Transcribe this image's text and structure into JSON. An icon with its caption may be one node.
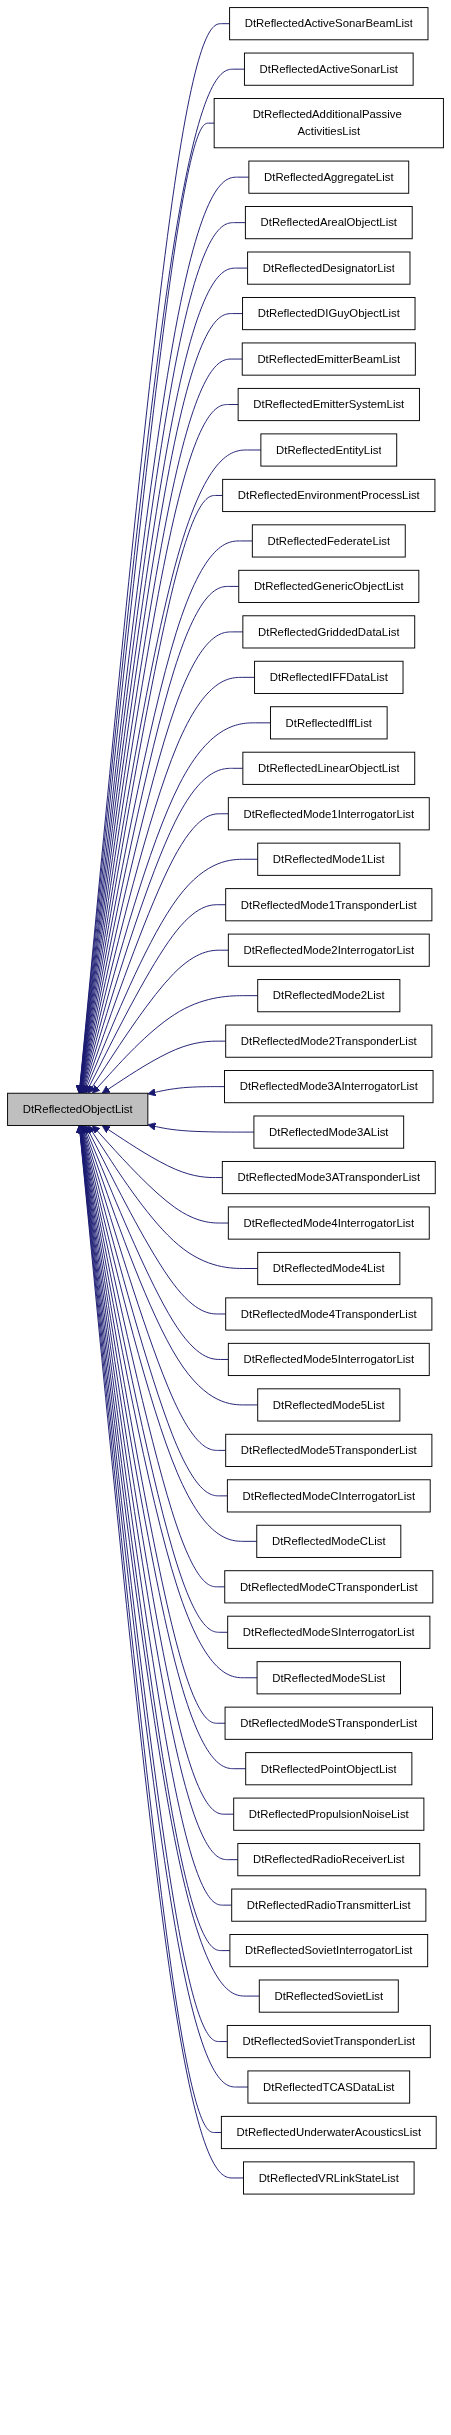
{
  "diagram": {
    "nodes": [
      {
        "text": [
          "DtReflectedObjectList"
        ]
      },
      {
        "text": [
          "DtReflectedActiveSonarBeamList"
        ]
      },
      {
        "text": [
          "DtReflectedActiveSonarList"
        ]
      },
      {
        "text": [
          "DtReflectedAdditionalPassive ActivitiesList"
        ]
      },
      {
        "text": [
          "DtReflectedAggregateList"
        ]
      },
      {
        "text": [
          "DtReflectedArealObjectList"
        ]
      },
      {
        "text": [
          "DtReflectedDesignatorList"
        ]
      },
      {
        "text": [
          "DtReflectedDIGuyObjectList"
        ]
      },
      {
        "text": [
          "DtReflectedEmitterBeamList"
        ]
      },
      {
        "text": [
          "DtReflectedEmitterSystemList"
        ]
      },
      {
        "text": [
          "DtReflectedEntityList"
        ]
      },
      {
        "text": [
          "DtReflectedEnvironmentProcessList"
        ]
      },
      {
        "text": [
          "DtReflectedFederateList"
        ]
      },
      {
        "text": [
          "DtReflectedGenericObjectList"
        ]
      },
      {
        "text": [
          "DtReflectedGriddedDataList"
        ]
      },
      {
        "text": [
          "DtReflectedIFFDataList"
        ]
      },
      {
        "text": [
          "DtReflectedIffList"
        ]
      },
      {
        "text": [
          "DtReflectedLinearObjectList"
        ]
      },
      {
        "text": [
          "DtReflectedMode1InterrogatorList"
        ]
      },
      {
        "text": [
          "DtReflectedMode1List"
        ]
      },
      {
        "text": [
          "DtReflectedMode1TransponderList"
        ]
      },
      {
        "text": [
          "DtReflectedMode2InterrogatorList"
        ]
      },
      {
        "text": [
          "DtReflectedMode2List"
        ]
      },
      {
        "text": [
          "DtReflectedMode2TransponderList"
        ]
      },
      {
        "text": [
          "DtReflectedMode3AInterrogatorList"
        ]
      },
      {
        "text": [
          "DtReflectedMode3AList"
        ]
      },
      {
        "text": [
          "DtReflectedMode3ATransponderList"
        ]
      },
      {
        "text": [
          "DtReflectedMode4InterrogatorList"
        ]
      },
      {
        "text": [
          "DtReflectedMode4List"
        ]
      },
      {
        "text": [
          "DtReflectedMode4TransponderList"
        ]
      },
      {
        "text": [
          "DtReflectedMode5InterrogatorList"
        ]
      },
      {
        "text": [
          "DtReflectedMode5List"
        ]
      },
      {
        "text": [
          "DtReflectedMode5TransponderList"
        ]
      },
      {
        "text": [
          "DtReflectedModeCInterrogatorList"
        ]
      },
      {
        "text": [
          "DtReflectedModeCList"
        ]
      },
      {
        "text": [
          "DtReflectedModeCTransponderList"
        ]
      },
      {
        "text": [
          "DtReflectedModeSInterrogatorList"
        ]
      },
      {
        "text": [
          "DtReflectedModeSList"
        ]
      },
      {
        "text": [
          "DtReflectedModeSTransponderList"
        ]
      },
      {
        "text": [
          "DtReflectedPointObjectList"
        ]
      },
      {
        "text": [
          "DtReflectedPropulsionNoiseList"
        ]
      },
      {
        "text": [
          "DtReflectedRadioReceiverList"
        ]
      },
      {
        "text": [
          "DtReflectedRadioTransmitterList"
        ]
      },
      {
        "text": [
          "DtReflectedSovietInterrogatorList"
        ]
      },
      {
        "text": [
          "DtReflectedSovietList"
        ]
      },
      {
        "text": [
          "DtReflectedSovietTransponderList"
        ]
      },
      {
        "text": [
          "DtReflectedTCASDataList"
        ]
      },
      {
        "text": [
          "DtReflectedUnderwaterAcousticsList"
        ]
      },
      {
        "text": [
          "DtReflectedVRLinkStateList"
        ]
      }
    ],
    "edges": [
      {
        "from": 1,
        "to": 0,
        "arrow": "to"
      },
      {
        "from": 2,
        "to": 0,
        "arrow": "to"
      },
      {
        "from": 3,
        "to": 0,
        "arrow": "to"
      },
      {
        "from": 4,
        "to": 0,
        "arrow": "to"
      },
      {
        "from": 5,
        "to": 0,
        "arrow": "to"
      },
      {
        "from": 6,
        "to": 0,
        "arrow": "to"
      },
      {
        "from": 7,
        "to": 0,
        "arrow": "to"
      },
      {
        "from": 8,
        "to": 0,
        "arrow": "to"
      },
      {
        "from": 9,
        "to": 0,
        "arrow": "to"
      },
      {
        "from": 10,
        "to": 0,
        "arrow": "to"
      },
      {
        "from": 11,
        "to": 0,
        "arrow": "to"
      },
      {
        "from": 12,
        "to": 0,
        "arrow": "to"
      },
      {
        "from": 13,
        "to": 0,
        "arrow": "to"
      },
      {
        "from": 14,
        "to": 0,
        "arrow": "to"
      },
      {
        "from": 15,
        "to": 0,
        "arrow": "to"
      },
      {
        "from": 16,
        "to": 0,
        "arrow": "to"
      },
      {
        "from": 17,
        "to": 0,
        "arrow": "to"
      },
      {
        "from": 18,
        "to": 0,
        "arrow": "to"
      },
      {
        "from": 19,
        "to": 0,
        "arrow": "to"
      },
      {
        "from": 20,
        "to": 0,
        "arrow": "to"
      },
      {
        "from": 21,
        "to": 0,
        "arrow": "to"
      },
      {
        "from": 22,
        "to": 0,
        "arrow": "to"
      },
      {
        "from": 23,
        "to": 0,
        "arrow": "to"
      },
      {
        "from": 24,
        "to": 0,
        "arrow": "to"
      },
      {
        "from": 25,
        "to": 0,
        "arrow": "to"
      },
      {
        "from": 26,
        "to": 0,
        "arrow": "to"
      },
      {
        "from": 27,
        "to": 0,
        "arrow": "to"
      },
      {
        "from": 28,
        "to": 0,
        "arrow": "to"
      },
      {
        "from": 29,
        "to": 0,
        "arrow": "to"
      },
      {
        "from": 30,
        "to": 0,
        "arrow": "to"
      },
      {
        "from": 31,
        "to": 0,
        "arrow": "to"
      },
      {
        "from": 32,
        "to": 0,
        "arrow": "to"
      },
      {
        "from": 33,
        "to": 0,
        "arrow": "to"
      },
      {
        "from": 34,
        "to": 0,
        "arrow": "to"
      },
      {
        "from": 35,
        "to": 0,
        "arrow": "to"
      },
      {
        "from": 36,
        "to": 0,
        "arrow": "to"
      },
      {
        "from": 37,
        "to": 0,
        "arrow": "to"
      },
      {
        "from": 38,
        "to": 0,
        "arrow": "to"
      },
      {
        "from": 39,
        "to": 0,
        "arrow": "to"
      },
      {
        "from": 40,
        "to": 0,
        "arrow": "to"
      },
      {
        "from": 41,
        "to": 0,
        "arrow": "to"
      },
      {
        "from": 42,
        "to": 0,
        "arrow": "to"
      },
      {
        "from": 43,
        "to": 0,
        "arrow": "to"
      },
      {
        "from": 44,
        "to": 0,
        "arrow": "to"
      },
      {
        "from": 45,
        "to": 0,
        "arrow": "to"
      },
      {
        "from": 46,
        "to": 0,
        "arrow": "to"
      },
      {
        "from": 47,
        "to": 0,
        "arrow": "to"
      },
      {
        "from": 48,
        "to": 0,
        "arrow": "to"
      }
    ]
  }
}
